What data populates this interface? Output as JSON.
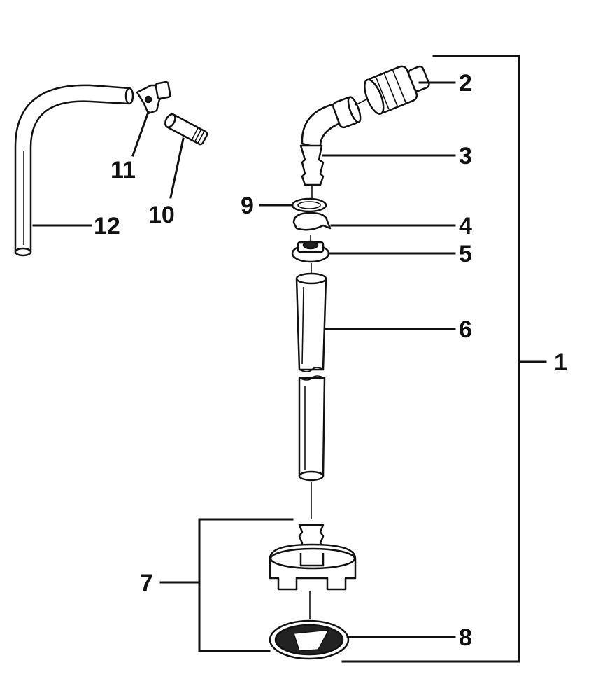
{
  "labels": {
    "p1": "1",
    "p2": "2",
    "p3": "3",
    "p4": "4",
    "p5": "5",
    "p6": "6",
    "p7": "7",
    "p8": "8",
    "p9": "9",
    "p10": "10",
    "p11": "11",
    "p12": "12"
  }
}
